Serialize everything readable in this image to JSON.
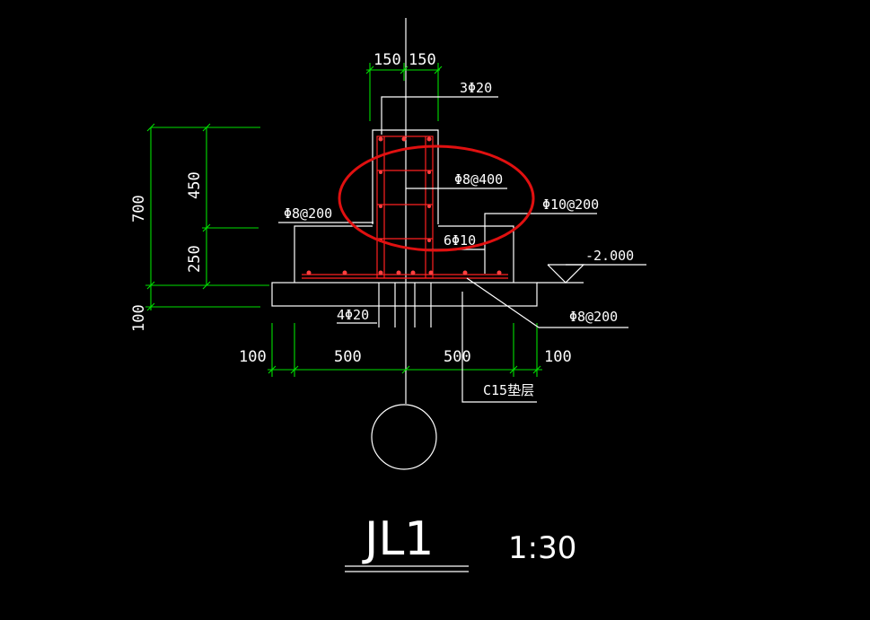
{
  "drawing": {
    "title": "JL1",
    "scale": "1:30",
    "dimensions": {
      "col_left": "150",
      "col_right": "150",
      "total_height": "700",
      "upper_height": "450",
      "lower_height": "250",
      "cushion_height": "100",
      "pad_left": "100",
      "base_left": "500",
      "base_right": "500",
      "pad_right": "100"
    },
    "labels": {
      "top_bars": "3Φ20",
      "stirrup_upper": "Φ8@400",
      "stirrup_left": "Φ8@200",
      "stirrup_right": "Φ10@200",
      "side_bars": "6Φ10",
      "elevation": "-2.000",
      "bottom_bars": "4Φ20",
      "base_bars": "Φ8@200",
      "cushion": "C15垫层"
    }
  }
}
